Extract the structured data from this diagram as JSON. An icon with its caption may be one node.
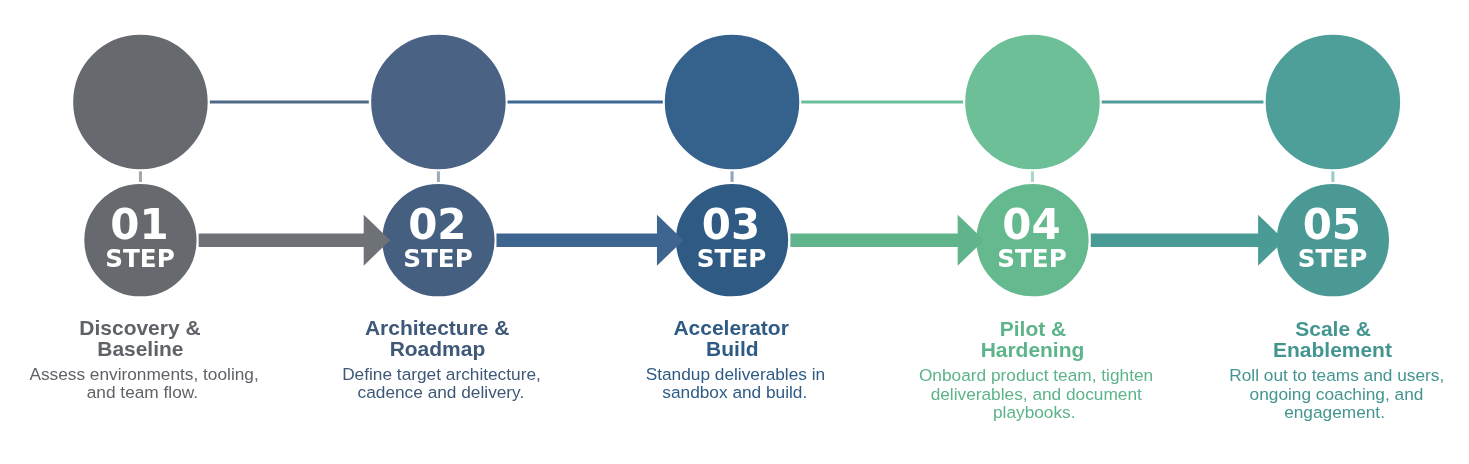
{
  "diagram": {
    "nodes": [
      {
        "text": [],
        "shape": "circle"
      },
      {
        "text": [
          "01",
          "STEP"
        ],
        "beside": [
          "Discovery & Baseline",
          "Assess environments, tooling, and team flow."
        ]
      },
      {
        "text": [],
        "shape": "circle"
      },
      {
        "text": [
          "02",
          "STEP"
        ],
        "beside": [
          "Architecture & Roadmap",
          "Define target architecture, cadence and delivery."
        ]
      },
      {
        "text": [],
        "shape": "circle"
      },
      {
        "text": [
          "03",
          "STEP"
        ],
        "beside": [
          "Accelerator Build",
          "Standup deliverables in sandbox and build."
        ]
      },
      {
        "text": [],
        "shape": "circle"
      },
      {
        "text": [
          "04",
          "STEP"
        ],
        "beside": [
          "Pilot & Hardening",
          "Onboard product team, tighten deliverables, and document playbooks."
        ]
      },
      {
        "text": [],
        "shape": "circle"
      },
      {
        "text": [
          "05",
          "STEP"
        ],
        "beside": [
          "Scale & Enablement",
          "Roll out to teams and users, ongoing coaching, and engagement."
        ]
      }
    ],
    "edges": [
      {
        "from": 0,
        "to": 1,
        "arrow": "none",
        "color": "#a3a6aa"
      },
      {
        "from": 2,
        "to": 3,
        "arrow": "none",
        "color": "#9eabbb"
      },
      {
        "from": 4,
        "to": 5,
        "arrow": "none",
        "color": "#8ea6bd"
      },
      {
        "from": 6,
        "to": 7,
        "arrow": "none",
        "color": "#a9d7c0"
      },
      {
        "from": 8,
        "to": 9,
        "arrow": "none",
        "color": "#9ccbc7"
      },
      {
        "from": 0,
        "to": 2,
        "arrow": "none",
        "color": "#4f6886"
      },
      {
        "from": 2,
        "to": 4,
        "arrow": "none",
        "color": "#3c6894"
      },
      {
        "from": 4,
        "to": 6,
        "arrow": "none",
        "color": "#6cbf9b"
      },
      {
        "from": 6,
        "to": 8,
        "arrow": "none",
        "color": "#4f9c98"
      },
      {
        "from": 1,
        "to": 3,
        "arrow": "to",
        "style": "thick",
        "color": "#6e7176"
      },
      {
        "from": 3,
        "to": 5,
        "arrow": "to",
        "style": "thick",
        "color": "#3e6590"
      },
      {
        "from": 5,
        "to": 7,
        "arrow": "to",
        "style": "thick",
        "color": "#5fb48c"
      },
      {
        "from": 7,
        "to": 9,
        "arrow": "to",
        "style": "thick",
        "color": "#4a9a96"
      }
    ]
  }
}
